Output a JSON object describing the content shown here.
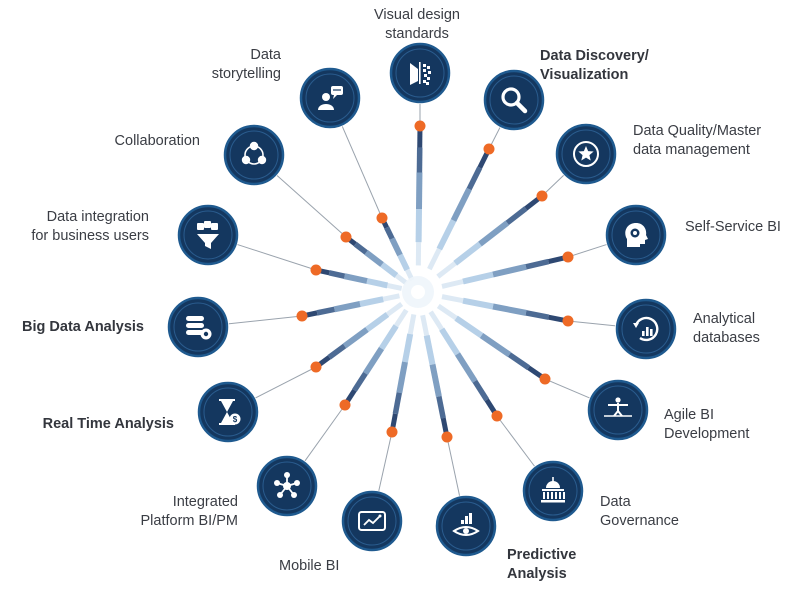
{
  "colors": {
    "node_fill": "#14375f",
    "node_ring": "#1f5a8f",
    "dot": "#ee6a26",
    "spoke_dark": "#2e4872",
    "spoke_light": "#a9c8e6",
    "connector": "#9aa3ad",
    "label_text": "#3a3d44"
  },
  "nodes": [
    {
      "id": "visual-design-standards",
      "label": [
        "Visual design",
        "standards"
      ],
      "bold": false,
      "icon": "visual-design-icon"
    },
    {
      "id": "data-discovery-visualization",
      "label": [
        "Data Discovery/",
        "Visualization"
      ],
      "bold": true,
      "icon": "magnifier-icon"
    },
    {
      "id": "data-quality-master-data-management",
      "label": [
        "Data Quality/Master",
        "data management"
      ],
      "bold": false,
      "icon": "star-badge-icon"
    },
    {
      "id": "self-service-bi",
      "label": [
        "Self-Service BI"
      ],
      "bold": false,
      "icon": "head-gear-icon"
    },
    {
      "id": "analytical-databases",
      "label": [
        "Analytical",
        "databases"
      ],
      "bold": false,
      "icon": "cycle-chart-icon"
    },
    {
      "id": "agile-bi-development",
      "label": [
        "Agile BI",
        "Development"
      ],
      "bold": false,
      "icon": "tightrope-walker-icon"
    },
    {
      "id": "data-governance",
      "label": [
        "Data",
        "Governance"
      ],
      "bold": false,
      "icon": "capitol-building-icon"
    },
    {
      "id": "predictive-analysis",
      "label": [
        "Predictive",
        "Analysis"
      ],
      "bold": true,
      "icon": "eye-chart-icon"
    },
    {
      "id": "mobile-bi",
      "label": [
        "Mobile BI"
      ],
      "bold": false,
      "icon": "tablet-chart-icon"
    },
    {
      "id": "integrated-platform-bi-pm",
      "label": [
        "Integrated",
        "Platform BI/PM"
      ],
      "bold": false,
      "icon": "network-icon"
    },
    {
      "id": "real-time-analysis",
      "label": [
        "Real Time Analysis"
      ],
      "bold": true,
      "icon": "hourglass-dollar-icon"
    },
    {
      "id": "big-data-analysis",
      "label": [
        "Big Data Analysis"
      ],
      "bold": true,
      "icon": "database-gear-icon"
    },
    {
      "id": "data-integration-for-business-users",
      "label": [
        "Data integration",
        "for business users"
      ],
      "bold": false,
      "icon": "funnel-icon"
    },
    {
      "id": "collaboration",
      "label": [
        "Collaboration"
      ],
      "bold": false,
      "icon": "collaboration-icon"
    },
    {
      "id": "data-storytelling",
      "label": [
        "Data",
        "storytelling"
      ],
      "bold": false,
      "icon": "presenter-icon"
    }
  ]
}
